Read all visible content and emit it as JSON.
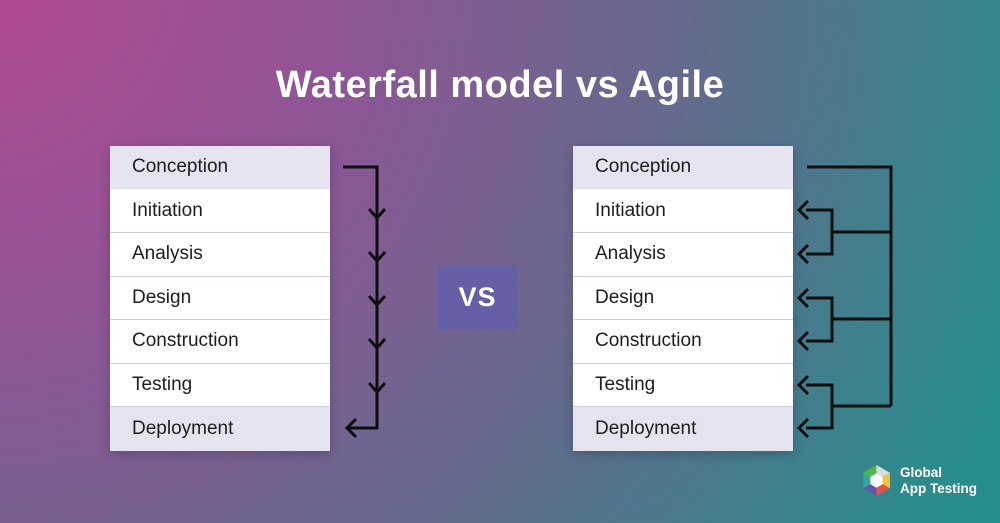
{
  "title": "Waterfall model vs Agile",
  "vs_badge": {
    "label": "VS"
  },
  "waterfall_table": {
    "rows": [
      "Conception",
      "Initiation",
      "Analysis",
      "Design",
      "Construction",
      "Testing",
      "Deployment"
    ]
  },
  "agile_table": {
    "rows": [
      "Conception",
      "Initiation",
      "Analysis",
      "Design",
      "Construction",
      "Testing",
      "Deployment"
    ]
  },
  "logo": {
    "line1": "Global",
    "line2": "App Testing"
  },
  "colors": {
    "background_top_left": "#b14a93",
    "background_bottom_right": "#14968c",
    "row_background": "#ffffff",
    "row_highlight": "#e6e3f0",
    "row_separator": "#d2cce0",
    "vs_badge_background": "#655fa8",
    "arrow": "#0e0e0e",
    "title_text": "#ffffff",
    "row_text": "#1d1d1f"
  }
}
